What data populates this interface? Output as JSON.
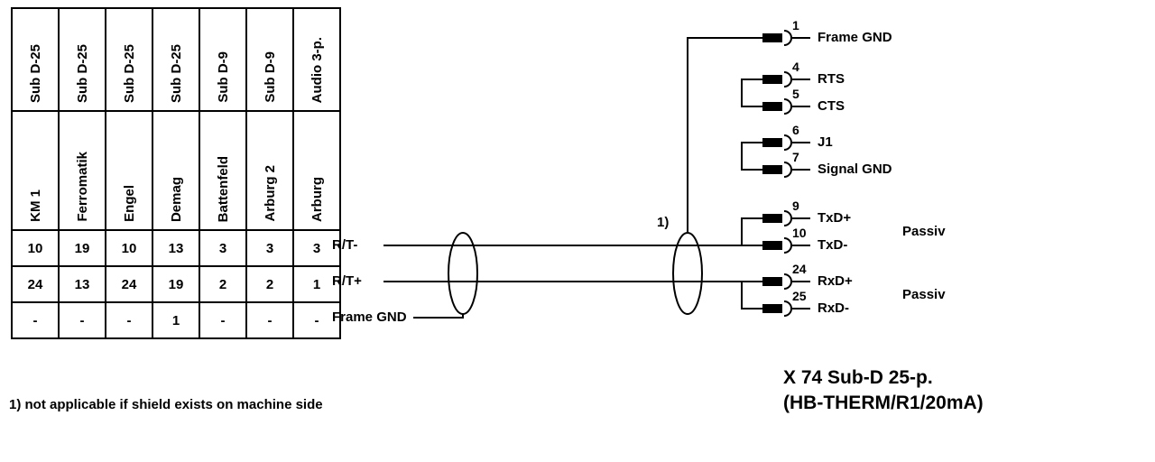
{
  "table": {
    "columns": [
      {
        "connector": "Sub D-25",
        "machine": "KM 1",
        "rt_minus": "10",
        "rt_plus": "24",
        "frame_gnd": "-"
      },
      {
        "connector": "Sub D-25",
        "machine": "Ferromatik",
        "rt_minus": "19",
        "rt_plus": "13",
        "frame_gnd": "-"
      },
      {
        "connector": "Sub D-25",
        "machine": "Engel",
        "rt_minus": "10",
        "rt_plus": "24",
        "frame_gnd": "-"
      },
      {
        "connector": "Sub D-25",
        "machine": "Demag",
        "rt_minus": "13",
        "rt_plus": "19",
        "frame_gnd": "1"
      },
      {
        "connector": "Sub D-9",
        "machine": "Battenfeld",
        "rt_minus": "3",
        "rt_plus": "2",
        "frame_gnd": "-"
      },
      {
        "connector": "Sub D-9",
        "machine": "Arburg 2",
        "rt_minus": "3",
        "rt_plus": "2",
        "frame_gnd": "-"
      },
      {
        "connector": "Audio 3-p.",
        "machine": "Arburg",
        "rt_minus": "3",
        "rt_plus": "1",
        "frame_gnd": "-"
      }
    ]
  },
  "wires": {
    "rt_minus_label": "R/T-",
    "rt_plus_label": "R/T+",
    "frame_gnd_label": "Frame GND",
    "note_ref": "1)"
  },
  "connector": {
    "pins": [
      {
        "no": "1",
        "name": "Frame GND"
      },
      {
        "no": "4",
        "name": "RTS"
      },
      {
        "no": "5",
        "name": "CTS"
      },
      {
        "no": "6",
        "name": "J1"
      },
      {
        "no": "7",
        "name": "Signal GND"
      },
      {
        "no": "9",
        "name": "TxD+"
      },
      {
        "no": "10",
        "name": "TxD-"
      },
      {
        "no": "24",
        "name": "RxD+"
      },
      {
        "no": "25",
        "name": "RxD-"
      }
    ],
    "passiv_top": "Passiv",
    "passiv_bottom": "Passiv",
    "title_line1": "X 74 Sub-D 25-p.",
    "title_line2": "(HB-THERM/R1/20mA)"
  },
  "footnote": "1) not applicable if shield exists on machine side",
  "colors": {
    "line": "#000000",
    "background": "#ffffff"
  }
}
